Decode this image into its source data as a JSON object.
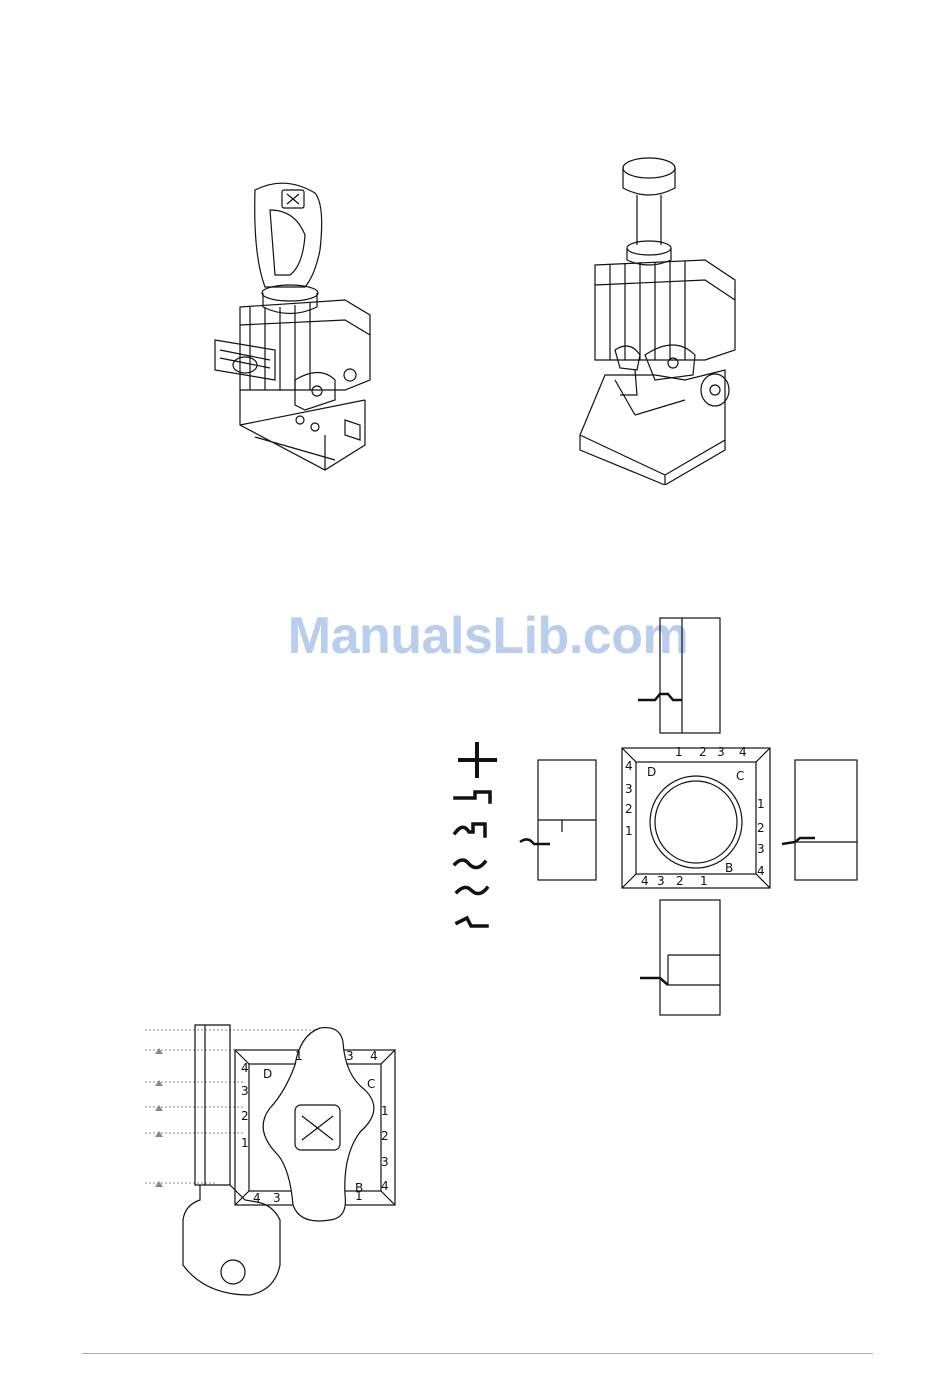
{
  "watermark": {
    "text": "ManualsLib.com",
    "color": "#b9cdec"
  },
  "figures": {
    "clamp_with_handle": {
      "icon": "key-clamp-handle-drawing"
    },
    "clamp_with_knob": {
      "icon": "key-clamp-knob-drawing"
    },
    "cut_profiles": {
      "icon": "key-cut-profile-symbols"
    },
    "jaw_diagram": {
      "labels": {
        "top": [
          "1",
          "2",
          "3",
          "4"
        ],
        "left": [
          "4",
          "3",
          "2",
          "1"
        ],
        "right": [
          "1",
          "2",
          "3",
          "4"
        ],
        "bottom": [
          "4",
          "3",
          "2",
          "1"
        ],
        "corners": [
          "D",
          "C",
          "B"
        ]
      }
    },
    "key_alignment": {
      "labels": {
        "top": [
          "1",
          "3",
          "4"
        ],
        "left": [
          "4",
          "3",
          "2",
          "1"
        ],
        "right": [
          "1",
          "2",
          "3",
          "4"
        ],
        "bottom": [
          "4",
          "3",
          "1"
        ],
        "corners": [
          "D",
          "C",
          "B"
        ]
      }
    }
  }
}
